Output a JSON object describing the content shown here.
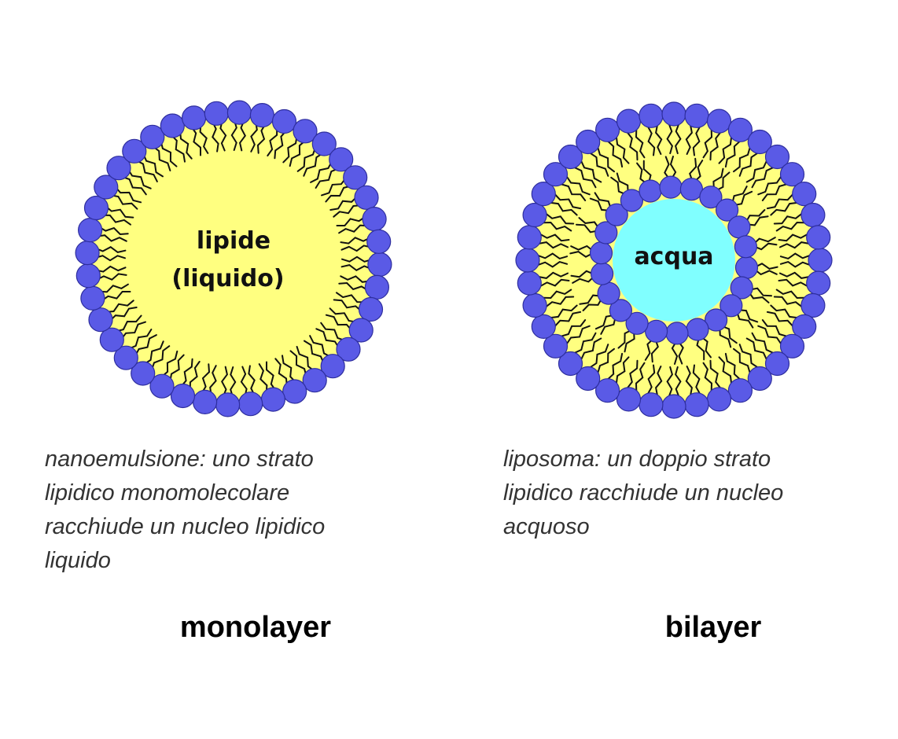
{
  "colors": {
    "head": "#5a5ae6",
    "head_stroke": "#2e2e9e",
    "lipid": "#ffff80",
    "water": "#80ffff",
    "tail": "#111111",
    "caption_text": "#333333"
  },
  "monolayer": {
    "core_label_line1": "lipide",
    "core_label_line2": "(liquido)",
    "caption_lines": [
      "nanoemulsione: uno strato",
      "lipidico monomolecolare",
      "racchiude un nucleo lipidico",
      "liquido"
    ],
    "title": "monolayer"
  },
  "bilayer": {
    "core_label": "acqua",
    "caption_lines": [
      "liposoma: un doppio strato",
      "lipidico racchiude un nucleo",
      "acquoso"
    ],
    "title": "bilayer"
  }
}
